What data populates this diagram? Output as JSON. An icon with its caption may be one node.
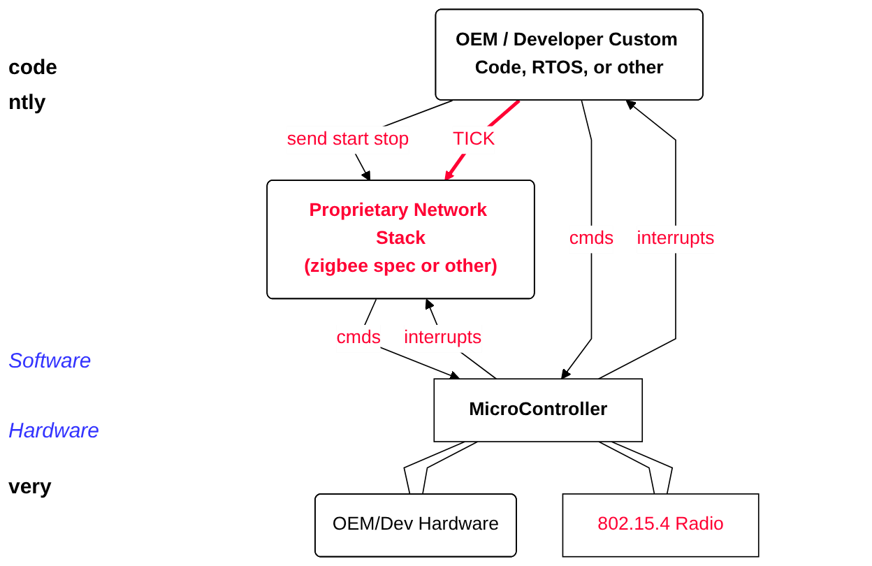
{
  "diagram": {
    "nodes": [
      {
        "text": [
          "OEM / Developer Custom Code, RTOS, or other"
        ]
      },
      {
        "text": [
          "Proprietary Network Stack",
          "(zigbee spec or other)"
        ]
      },
      {
        "text": [
          "MicroController"
        ]
      },
      {
        "text": [
          "OEM/Dev Hardware"
        ]
      },
      {
        "text": [
          "802.15.4 Radio"
        ]
      }
    ],
    "edges": [
      {
        "from": 0,
        "to": 1,
        "arrow": "to",
        "label": "send start stop"
      },
      {
        "from": 0,
        "to": 1,
        "arrow": "to",
        "label": "TICK",
        "style": "thick",
        "color": "#ff0033"
      },
      {
        "from": 0,
        "to": 2,
        "arrow": "to",
        "label": "cmds"
      },
      {
        "from": 2,
        "to": 0,
        "arrow": "to",
        "label": "interrupts"
      },
      {
        "from": 1,
        "to": 2,
        "arrow": "to",
        "label": "cmds"
      },
      {
        "from": 2,
        "to": 1,
        "arrow": "to",
        "label": "interrupts"
      },
      {
        "from": 2,
        "to": 3,
        "arrow": "none"
      },
      {
        "from": 2,
        "to": 3,
        "arrow": "none"
      },
      {
        "from": 2,
        "to": 4,
        "arrow": "none"
      },
      {
        "from": 2,
        "to": 4,
        "arrow": "none"
      }
    ],
    "labels": [
      "code",
      "ntly",
      "Software",
      "Hardware",
      "very"
    ]
  }
}
